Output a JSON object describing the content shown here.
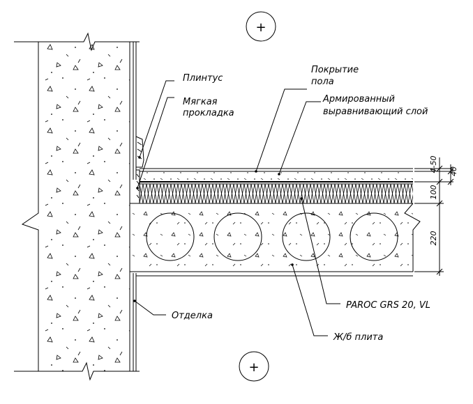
{
  "labels": {
    "plinth": "Плинтус",
    "soft_pad_line1": "Мягкая",
    "soft_pad_line2": "прокладка",
    "floor_cover_line1": "Покрытие",
    "floor_cover_line2": "пола",
    "screed_line1": "Армированный",
    "screed_line2": "выравнивающий слой",
    "insulation": "PAROC GRS 20, VL",
    "slab": "Ж/б плита",
    "finish": "Отделка"
  },
  "dimensions": {
    "cover": "4-50",
    "screed": "40",
    "insulation": "100",
    "slab": "220"
  },
  "axis_marks": {
    "top": "+",
    "bottom": "+"
  }
}
